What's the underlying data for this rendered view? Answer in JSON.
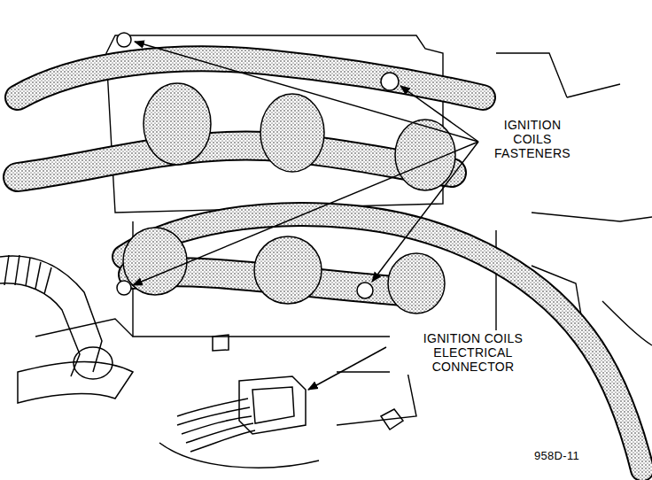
{
  "diagram": {
    "labels": [
      "IGNITION COILS FASTENERS",
      "IGNITION COILS ELECTRICAL CONNECTOR",
      "958D-11"
    ]
  }
}
